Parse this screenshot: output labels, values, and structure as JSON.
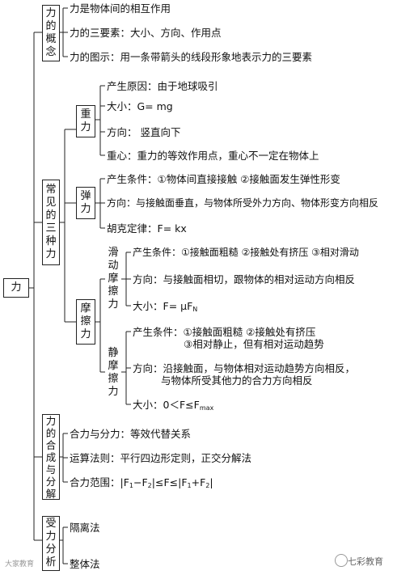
{
  "root": {
    "label": "力"
  },
  "sections": [
    {
      "id": "concept",
      "title_chars": [
        "力",
        "的",
        "概",
        "念"
      ],
      "items": [
        "力是物体间的相互作用",
        "力的三要素：大小、方向、作用点",
        "力的图示：用一条带箭头的线段形象地表示力的三要素"
      ]
    },
    {
      "id": "three-forces",
      "title_chars": [
        "常",
        "见",
        "的",
        "三",
        "种",
        "力"
      ],
      "gravity": {
        "title_chars": [
          "重",
          "力"
        ],
        "items": [
          "产生原因：由于地球吸引",
          "大小：G= mg",
          "方向：  竖直向下",
          "重心：重力的等效作用点，重心不一定在物体上"
        ]
      },
      "elastic": {
        "title_chars": [
          "弹",
          "力"
        ],
        "items": [
          "产生条件：①物体间直接接触    ②接触面发生弹性形变",
          "方向：与接触面垂直，与物体所受外力方向、物体形变方向相反",
          "胡克定律：F= kx"
        ]
      },
      "friction": {
        "title_chars": [
          "摩",
          "擦",
          "力"
        ],
        "sliding": {
          "title_chars": [
            "滑",
            "动",
            "摩",
            "擦",
            "力"
          ],
          "items": [
            "产生条件：①接触面粗糙    ②接触处有挤压    ③相对滑动",
            "方向：与接触面相切，跟物体的相对运动方向相反",
            "大小：F= μF",
            "N"
          ]
        },
        "static": {
          "title_chars": [
            "静",
            "摩",
            "擦",
            "力"
          ],
          "items": [
            "产生条件：①接触面粗糙    ②接触处有挤压",
            "③相对静止，但有相对运动趋势",
            "方向：沿接触面，与物体相对运动趋势方向相反，",
            "与物体所受其他力的合力方向相反",
            "大小：0＜F≤F",
            "max"
          ]
        }
      }
    },
    {
      "id": "compose",
      "title_chars": [
        "力",
        "的",
        "合",
        "成",
        "与",
        "分",
        "解"
      ],
      "items": [
        "合力与分力：等效代替关系",
        "运算法则：平行四边形定则，正交分解法",
        "合力范围：|F",
        "1",
        "−F",
        "2",
        "|≤F≤|F",
        "1",
        "+F",
        "2",
        "|"
      ]
    },
    {
      "id": "force-analysis",
      "title_chars": [
        "受",
        "力",
        "分",
        "析"
      ],
      "items": [
        "隔离法",
        "整体法"
      ]
    }
  ],
  "watermarks": {
    "left": "大家教育",
    "right": "七彩教育"
  }
}
